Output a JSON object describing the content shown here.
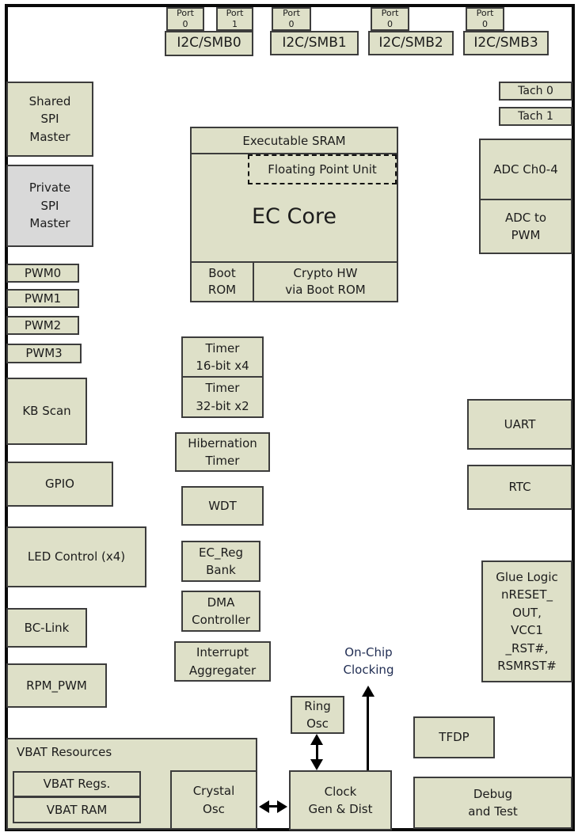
{
  "colors": {
    "box_fill": "#dee0c8",
    "gray_fill": "#d9d9d9",
    "box_border": "#3c3c3c",
    "outer_border": "#0a0a0a",
    "text": "#1c1c1c",
    "clocking_label": "#1f2c52"
  },
  "i2c": {
    "groups": [
      {
        "label": "I2C/SMB0",
        "ports": [
          "Port\n0",
          "Port\n1"
        ]
      },
      {
        "label": "I2C/SMB1",
        "ports": [
          "Port\n0"
        ]
      },
      {
        "label": "I2C/SMB2",
        "ports": [
          "Port\n0"
        ]
      },
      {
        "label": "I2C/SMB3",
        "ports": [
          "Port\n0"
        ]
      }
    ]
  },
  "blocks": {
    "shared_spi": "Shared\nSPI\nMaster",
    "private_spi": "Private\nSPI\nMaster",
    "pwm0": "PWM0",
    "pwm1": "PWM1",
    "pwm2": "PWM2",
    "pwm3": "PWM3",
    "kb_scan": "KB Scan",
    "gpio": "GPIO",
    "led_control": "LED Control (x4)",
    "bc_link": "BC-Link",
    "rpm_pwm": "RPM_PWM",
    "vbat_title": "VBAT Resources",
    "vbat_regs": "VBAT Regs.",
    "vbat_ram": "VBAT RAM",
    "crystal_osc": "Crystal\nOsc",
    "exec_sram": "Executable SRAM",
    "fpu": "Floating Point Unit",
    "ec_core": "EC Core",
    "boot_rom": "Boot\nROM",
    "crypto_hw": "Crypto HW\nvia Boot ROM",
    "timer16": "Timer\n16-bit x4",
    "timer32": "Timer\n32-bit x2",
    "hibernation_timer": "Hibernation\nTimer",
    "wdt": "WDT",
    "ec_reg_bank": "EC_Reg\nBank",
    "dma_controller": "DMA\nController",
    "interrupt_aggregater": "Interrupt\nAggregater",
    "ring_osc": "Ring\nOsc",
    "on_chip_clocking": "On-Chip\nClocking",
    "clock_gen": "Clock\nGen & Dist",
    "tach0": "Tach 0",
    "tach1": "Tach 1",
    "adc_ch": "ADC Ch0-4",
    "adc_to_pwm": "ADC to\nPWM",
    "uart": "UART",
    "rtc": "RTC",
    "glue_logic": "Glue Logic\nnRESET_\nOUT,\nVCC1\n_RST#,\nRSMRST#",
    "tfdp": "TFDP",
    "debug_test": "Debug\nand Test"
  }
}
